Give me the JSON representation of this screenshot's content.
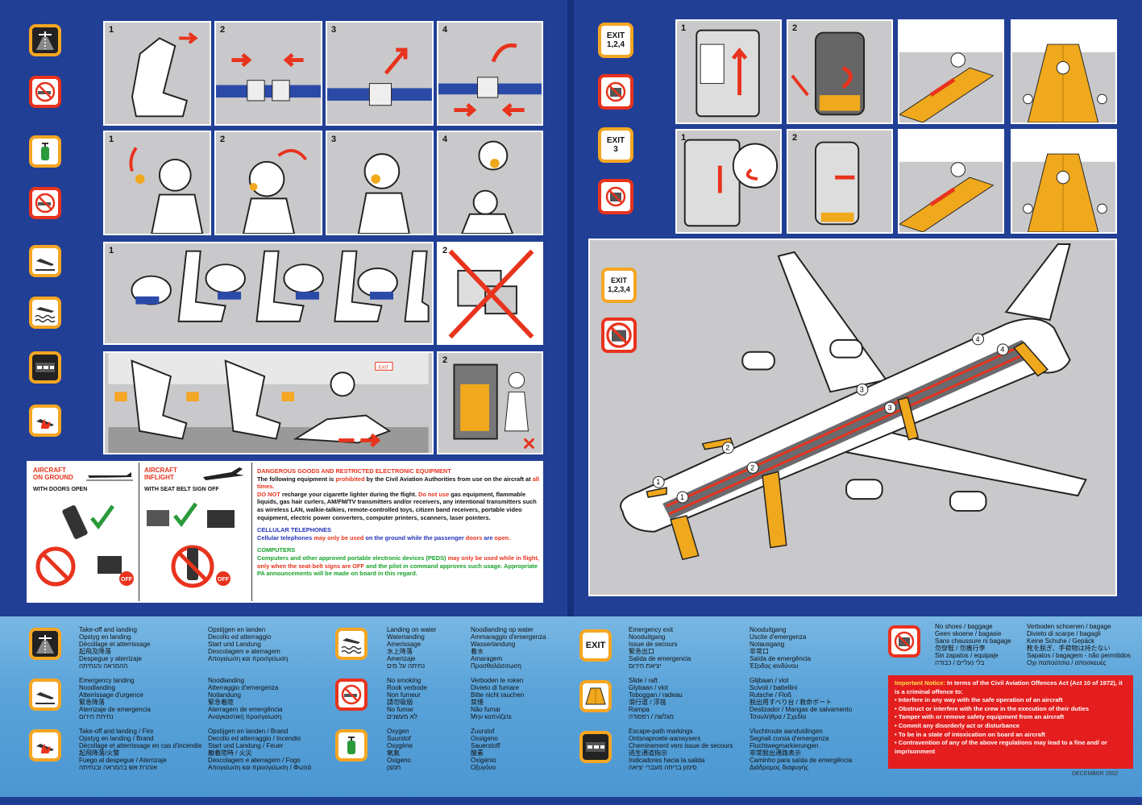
{
  "left_icons": [
    "takeoff-landing-icon",
    "no-smoking-icon",
    "oxygen-icon",
    "no-smoking-icon",
    "emergency-landing-icon",
    "landing-on-water-icon",
    "escape-path-icon",
    "takeoff-landing-fire-icon"
  ],
  "seatbelt_steps": [
    "1",
    "2",
    "3",
    "4"
  ],
  "oxygen_steps": [
    "1",
    "2",
    "3",
    "4"
  ],
  "brace_steps": [
    "1",
    "2"
  ],
  "evac_steps": [
    "1",
    "2"
  ],
  "exit_labels": {
    "exit_124": "EXIT\n1,2,4",
    "exit_3": "EXIT\n3",
    "exit_1234": "EXIT\n1,2,3,4",
    "door_tag": "EXIT",
    "bottom_exit": "EXIT"
  },
  "door_steps": [
    "1",
    "2",
    "3",
    "4"
  ],
  "door_numbers": [
    "1",
    "1",
    "2",
    "2",
    "3",
    "3",
    "4",
    "4"
  ],
  "electronics": {
    "ground_head": "AIRCRAFT\nON GROUND",
    "ground_sub": "WITH DOORS OPEN",
    "inflight_head": "AIRCRAFT\nINFLIGHT",
    "inflight_sub": "WITH SEAT BELT SIGN OFF",
    "off_label": "OFF",
    "dg_title": "DANGEROUS GOODS AND RESTRICTED ELECTRONIC EQUIPMENT",
    "p1a": "The following equipment is",
    "p1b": "prohibited",
    "p1c": "by the Civil Aviation Authorities from use on the aircraft at",
    "p1d": "all times.",
    "p2a": "DO NOT",
    "p2b": "recharge your cigarette lighter during the flight.",
    "p2c": "Do not use",
    "p2d": "gas equipment, flammable liquids, gas hair curlers, AM/FM/TV transmitters and/or receivers, any intentional transmitters such as wireless LAN, walkie-talkies, remote-controlled toys, citizen band receivers, portable video equipment, electric power converters, computer printers, scanners, laser pointers.",
    "cell_title": "CELLULAR TELEPHONES",
    "cell_a": "Cellular telephones",
    "cell_b": "may only be used",
    "cell_c": "on the ground while the passenger",
    "cell_d": "doors",
    "cell_e": "are",
    "cell_f": "open.",
    "comp_title": "COMPUTERS",
    "comp_a": "Computers and other approved portable electronic devices (PEDS)",
    "comp_b": "may only be used while in flight, only when the seat-belt signs are",
    "comp_c": "OFF",
    "comp_d": "and the pilot in command approves such usage. Appropriate PA announcements will be made on board in this regard."
  },
  "legend": {
    "takeoff_a": "Take-off and landing\nOpstyg en landing\nDécollage et atterrissage\n起飛及降落\nDespegue y aterrizaje\nההמראה והנחיתה",
    "takeoff_b": "Opstijgen en landen\nDecollo ed atterraggio\nStart und Landung\nDescolagem e aterragem\nΑπογείωση και προσγείωση",
    "emergency_a": "Emergency landing\nNoodlanding\nAtterrissage d'urgence\n緊急降落\nAterrizaje de emergencia\nנחיתת חירום",
    "emergency_b": "Noodlanding\nAtterraggio d'emergenza\nNotlandung\n緊急着陸\nAterragem de emergência\nΑναγκαστική προσγείωση",
    "fire_a": "Take-off and landing / Fire\nOpstyg en landing / Brand\nDécollage et atterrissage en cas d'incendie\n起飛降落/火警\nFuego al despegue / Aterrizaje\nאזהרת אש בהמראה ובנחיתה",
    "fire_b": "Opstijgen en landen / Brand\nDecollo ed atterraggio / Incendio\nStart und Landung / Feuer\n離着陸時 / 火災\nDescolagem e aterragem / Fogo\nΑπογείωση και προσγείωση / Φωτιά",
    "water_a": "Landing on water\nWaterlanding\nAmerissage\n水上降落\nAmerizaje\nנחיתה על מים",
    "water_b": "Noodlanding op water\nAmmaraggio d'emergenza\nWasserlandung\n着水\nAmaragem\nΠροσθαλάσσωση",
    "nosmoke_a": "No smoking\nRook verbode\nNon fumeur\n請勿吸烟\nNo fumar\nלא מעשנים",
    "nosmoke_b": "Verboden te roken\nDivieto di fumare\nBitte nicht rauchen\n禁煙\nNão fumar\nΜην καπνίζετε",
    "oxygen_a": "Oxygen\nSuurstof\nOxygène\n氧氣\nOxigeno\nחמצן",
    "oxygen_b": "Zuurstof\nOssigeno\nSauerstoff\n酸素\nOxigénio\nΟξυγόνο",
    "exit_a": "Emergency exit\nNooduitgang\nIssue de secours\n緊急出口\nSalida de emergencia\nיציאת חירום",
    "exit_b": "Nooduitgang\nUscite d'emergenza\nNotausgang\n非常口\nSaída de emergência\nΈξοδος κινδύνου",
    "slide_a": "Slide / raft\nGlybaan / vlot\nToboggan / radeau\n滑行道 / 浮筏\nRampa\nמגלשה / רפסודה",
    "slide_b": "Glijbaan / vlot\nScivoli / battellini\nRutsche / Floß\n脱出用すべり台 / 救命ボート\nDeslizador / Mangas de salvamento\nΤσουλήθρα / Σχεδία",
    "path_a": "Escape-path markings\nOntsnaproete-aanwysers\nCheminement vers issue de secours\n逃生通道指示\nIndicadores hacia la salida\nסימון בריחה מעברי יציאה",
    "path_b": "Vluchtroute aanduidingen\nSegnali corsia d'emergenza\nFluchtwegmarkierungen\n非常脱出通路表示\nCaminho para saída de emergência\nΔιάδρομος διαφυγής",
    "shoes_a": "No shoes / baggage\nGeen skoene / bagasie\nSans chaussure ni bagage\n勿穿鞋 / 勿攜行李\nSin zapatos / equipaje\nבלי נעליים / כבודה",
    "shoes_b": "Verboden schoenen / bagage\nDivieto di scarpe / bagagli\nKeine Schuhe / Gepäck\n靴を脱ぎ、手荷物は持たない\nSapatos / bagagem - não permitidos\nΟχι παπούτσια / αποσκευές"
  },
  "notice": {
    "title": "Important Notice:",
    "intro": "In terms of the Civil Aviation Offences Act (Act 10 of 1972), it is a criminal offence to:",
    "items": [
      "Interfere in any way with the safe operation of an aircraft",
      "Obstruct or interfere with the crew in the execution of their duties",
      "Tamper with or remove safety equipment from an aircraft",
      "Commit any disorderly act or disturbance",
      "To be in a state of intoxication on board an aircraft",
      "Contravention of any of the above regulations may lead to a fine and/ or imprisonment"
    ]
  },
  "footer_date": "DECEMBER 2002",
  "colors": {
    "background": "#213f95",
    "icon_orange": "#f5a623",
    "arrow_red": "#e8331d",
    "slide_yellow": "#f0a81c",
    "panel_gray": "#c9c9cb"
  }
}
